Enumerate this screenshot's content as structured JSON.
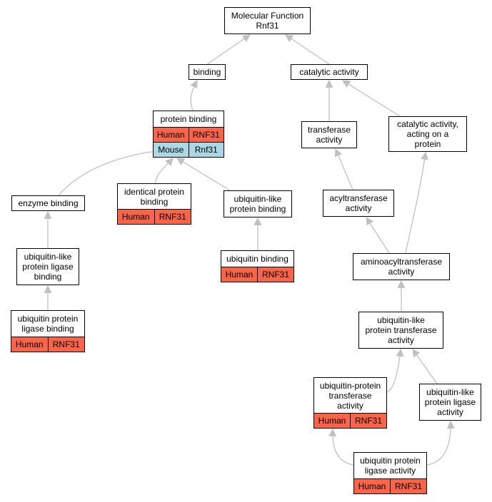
{
  "root": {
    "label": "Molecular Function\nRnf31"
  },
  "binding": {
    "label": "binding"
  },
  "catalytic": {
    "label": "catalytic activity"
  },
  "protein_binding": {
    "label": "protein binding",
    "rows": [
      {
        "species": "Human",
        "gene": "RNF31",
        "color": "#fa6448"
      },
      {
        "species": "Mouse",
        "gene": "Rnf31",
        "color": "#acd8e6"
      }
    ]
  },
  "transferase": {
    "label": "transferase\nactivity"
  },
  "catalytic_protein": {
    "label": "catalytic activity,\nacting on a\nprotein"
  },
  "enzyme_binding": {
    "label": "enzyme binding"
  },
  "identical_protein": {
    "label": "identical protein\nbinding",
    "rows": [
      {
        "species": "Human",
        "gene": "RNF31",
        "color": "#fa6448"
      }
    ]
  },
  "ubl_protein_binding": {
    "label": "ubiquitin-like\nprotein binding"
  },
  "acyltransferase": {
    "label": "acyltransferase\nactivity"
  },
  "ubl_ligase_binding": {
    "label": "ubiquitin-like\nprotein ligase\nbinding"
  },
  "ubiquitin_binding": {
    "label": "ubiquitin binding",
    "rows": [
      {
        "species": "Human",
        "gene": "RNF31",
        "color": "#fa6448"
      }
    ]
  },
  "aminoacyltransferase": {
    "label": "aminoacyltransferase\nactivity"
  },
  "ubiq_ligase_binding": {
    "label": "ubiquitin protein\nligase binding",
    "rows": [
      {
        "species": "Human",
        "gene": "RNF31",
        "color": "#fa6448"
      }
    ]
  },
  "ubl_transferase": {
    "label": "ubiquitin-like\nprotein transferase\nactivity"
  },
  "ubiq_protein_transferase": {
    "label": "ubiquitin-protein\ntransferase\nactivity",
    "rows": [
      {
        "species": "Human",
        "gene": "RNF31",
        "color": "#fa6448"
      }
    ]
  },
  "ubl_ligase_activity": {
    "label": "ubiquitin-like\nprotein ligase\nactivity"
  },
  "ubiq_ligase_activity": {
    "label": "ubiquitin protein\nligase activity",
    "rows": [
      {
        "species": "Human",
        "gene": "RNF31",
        "color": "#fa6448"
      }
    ]
  },
  "edge_color": "#c0c0c0"
}
